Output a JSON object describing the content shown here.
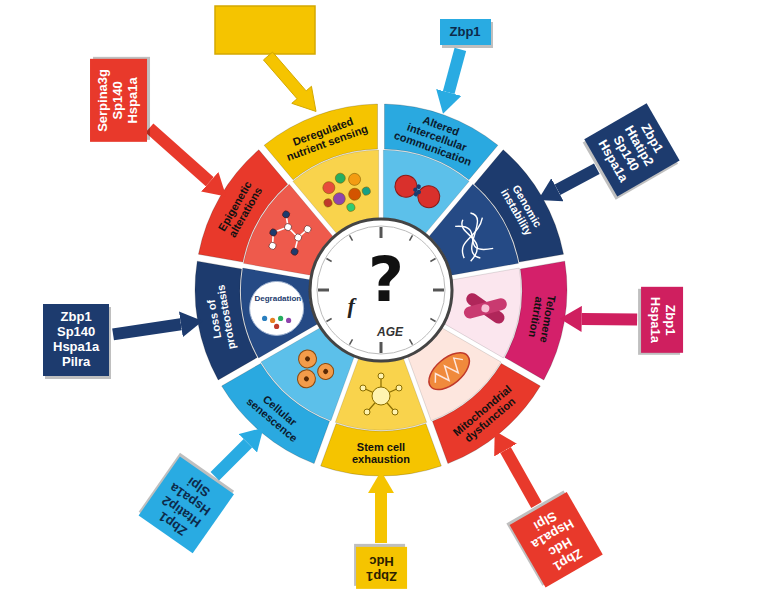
{
  "diagram": {
    "nodes": [
      {
        "text": [
          "Deregulated nutrient sensing"
        ]
      },
      {
        "text": [
          "Altered intercellular communication"
        ]
      },
      {
        "text": [
          "Genomic instability"
        ]
      },
      {
        "text": [
          "Telomere attrition"
        ]
      },
      {
        "text": [
          "Mitochondrial dysfunction"
        ]
      },
      {
        "text": [
          "Stem cell exhaustion"
        ]
      },
      {
        "text": [
          "Cellular senescence"
        ]
      },
      {
        "text": [
          "Loss of proteostasis"
        ]
      },
      {
        "text": [
          "Epigenetic alterations"
        ]
      },
      {
        "text": [
          "Zbp1"
        ]
      },
      {
        "text": [
          "Zbp1",
          "Htatip2",
          "Sp140",
          "Hspa1a"
        ]
      },
      {
        "text": [
          "Zbp1",
          "Hspa1a"
        ]
      },
      {
        "text": [
          "Zbp1",
          "Hdc",
          "Hspa1a",
          "Slpi"
        ]
      },
      {
        "text": [
          "Zbp1",
          "Hdc"
        ]
      },
      {
        "text": [
          "Zbp1",
          "Htatip2",
          "Hspa1a",
          "Slpi"
        ]
      },
      {
        "text": [
          "Zbp1",
          "Sp140",
          "Hspa1a",
          "Pilra"
        ]
      },
      {
        "text": [
          "Serpina3g",
          "Sp140",
          "Hspa1a"
        ]
      }
    ],
    "edges": [
      {
        "from": 9,
        "to": 1,
        "arrow": "to"
      },
      {
        "from": 10,
        "to": 2,
        "arrow": "to"
      },
      {
        "from": 11,
        "to": 3,
        "arrow": "to"
      },
      {
        "from": 12,
        "to": 4,
        "arrow": "to"
      },
      {
        "from": 13,
        "to": 5,
        "arrow": "to"
      },
      {
        "from": 14,
        "to": 6,
        "arrow": "to"
      },
      {
        "from": 15,
        "to": 7,
        "arrow": "to"
      },
      {
        "from": 16,
        "to": 8,
        "arrow": "to"
      }
    ],
    "labels": [
      "Degradation",
      "f",
      "?",
      "AGE"
    ]
  }
}
